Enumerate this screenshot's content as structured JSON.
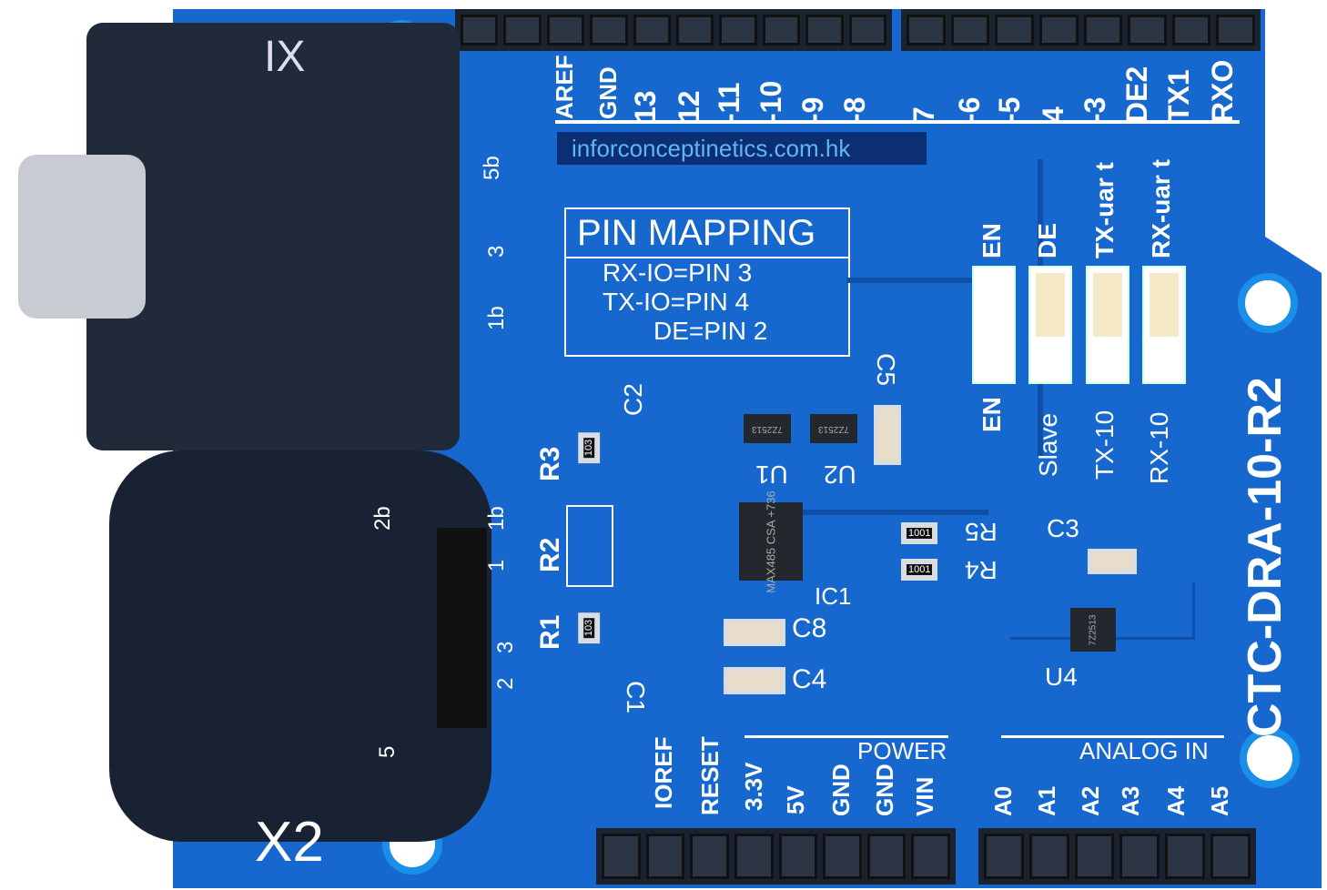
{
  "top_pins_left": [
    "AREF",
    "GND",
    "13",
    "12",
    "-11",
    "-10",
    "-9",
    "-8"
  ],
  "top_pins_right": [
    "7",
    "-6",
    "-5",
    "4",
    "-3",
    "DE2",
    "TX1",
    "RXO"
  ],
  "website": "inforconceptinetics.com.hk",
  "pin_mapping": {
    "title": "PIN MAPPING",
    "lines": [
      "RX-IO=PIN 3",
      "TX-IO=PIN 4",
      "DE=PIN 2"
    ]
  },
  "jumpers_top": [
    "EN",
    "DE",
    "TX-uar t",
    "RX-uar t"
  ],
  "jumpers_bottom": [
    "EN",
    "Slave",
    "TX-10",
    "RX-10"
  ],
  "board_name": "CTC-DRA-10-R2",
  "components": {
    "ic1": "IC1",
    "ic1_marking": "MAX485 CSA +736",
    "u1": "U1",
    "u2": "U2",
    "u4": "U4",
    "sot_marking": "7Z2513",
    "c1": "C1",
    "c2": "C2",
    "c3": "C3",
    "c4": "C4",
    "c5": "C5",
    "c8": "C8",
    "r1": "R1",
    "r2": "R2",
    "r3": "R3",
    "r4": "R4",
    "r5": "R5",
    "r_103": "103",
    "r_1001": "1001"
  },
  "connector_labels": {
    "x1": "IX",
    "x2": "X2",
    "x1_pins": [
      "5b",
      "3",
      "1b"
    ],
    "x2_pins": [
      "2b",
      "1b",
      "1",
      "3",
      "2",
      "5"
    ]
  },
  "power": {
    "title": "POWER",
    "pins": [
      "IOREF",
      "RESET",
      "3.3V",
      "5V",
      "GND",
      "GND",
      "VIN"
    ]
  },
  "analog": {
    "title": "ANALOG IN",
    "pins": [
      "A0",
      "A1",
      "A2",
      "A3",
      "A4",
      "A5"
    ]
  }
}
